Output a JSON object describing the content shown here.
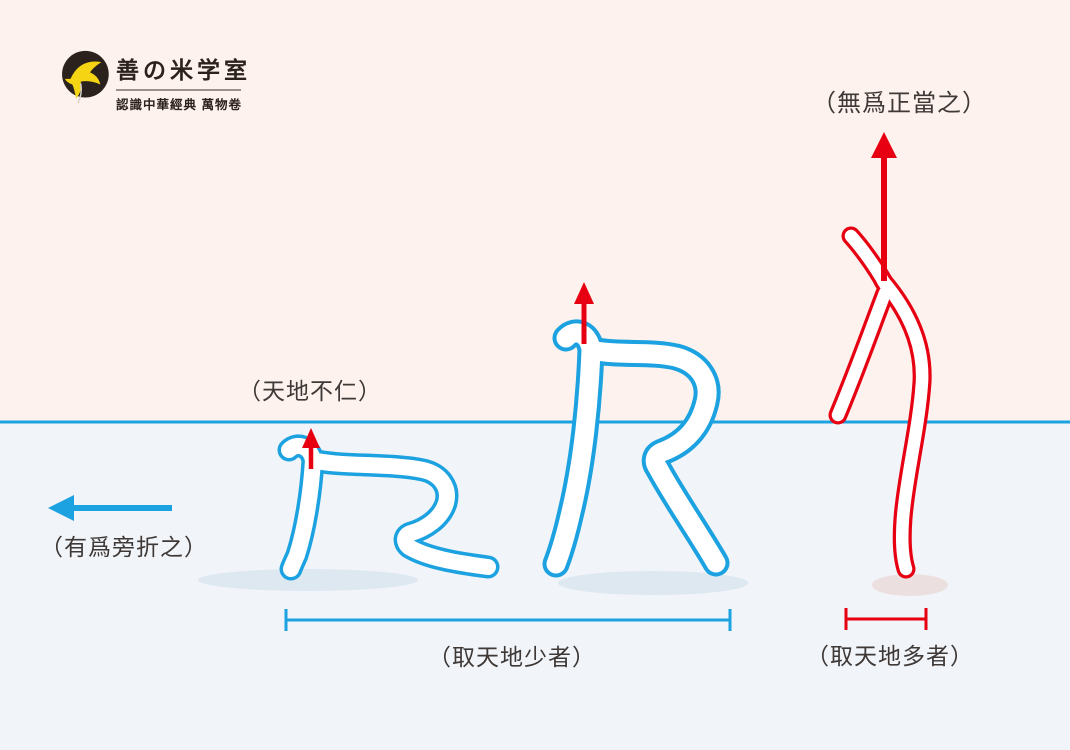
{
  "logo": {
    "icon": "swallow-bird-icon",
    "title": "善の米学室",
    "subtitle": "認識中華經典 萬物卷"
  },
  "labels": {
    "top_right": "（無爲正當之）",
    "heaven_earth": "（天地不仁）",
    "left": "（有爲旁折之）",
    "bracket_blue": "（取天地少者）",
    "bracket_red": "（取天地多者）"
  },
  "icons": {
    "logo_mark": "swallow-bird-icon",
    "up_arrows": "arrow-up-icon",
    "left_arrow": "arrow-left-icon",
    "blue_span": "measure-bracket",
    "red_span": "measure-bracket"
  },
  "colors": {
    "bg_top": "#fdf2ee",
    "bg_bottom": "#f1f4f8",
    "blue": "#1ca2e0",
    "red": "#e60012",
    "text": "#3e3836",
    "shadow_blue": "#dde8f1",
    "shadow_red": "#ecdfe0",
    "logo_dark": "#2b211d",
    "logo_yellow": "#f5d414"
  }
}
